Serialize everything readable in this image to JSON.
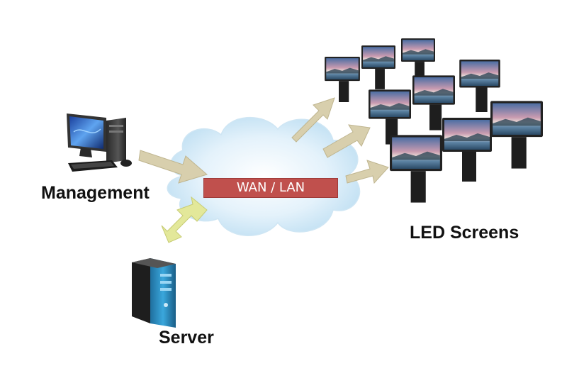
{
  "network": {
    "label": "WAN / LAN"
  },
  "nodes": {
    "management": "Management",
    "server": "Server",
    "screens": "LED Screens"
  },
  "colors": {
    "cloud": "#d6ebf7",
    "wan_box": "#c0504d",
    "arrow_tan": "#d8cfad",
    "arrow_yellow": "#e3e89a",
    "server_accent": "#2a93c9"
  },
  "icons": [
    "desktop-computer-icon",
    "server-tower-icon",
    "led-screen-icon"
  ]
}
